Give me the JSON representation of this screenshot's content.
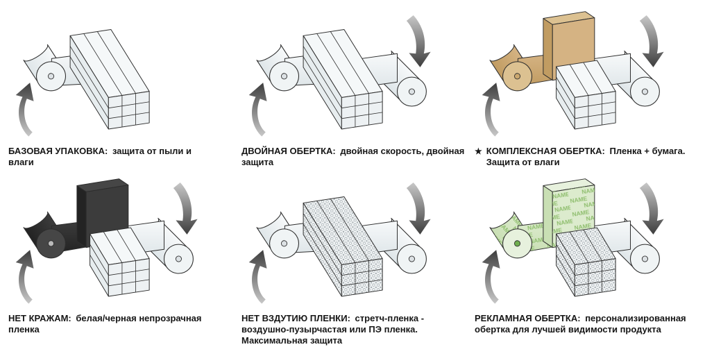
{
  "page": {
    "background": "#ffffff",
    "outline": "#2d2d2d",
    "arrow_light": "#c8c8c8",
    "arrow_dark": "#3d3d3d",
    "stack_top": "#f5f8f9",
    "stack_side": "#e7edef",
    "stack_front": "#edf1f3",
    "bubble_dot": "#97a0a5"
  },
  "materials": {
    "white": {
      "body": "#f7f9fa",
      "shade": "#dfe6e9",
      "face": "#f0f4f5",
      "hole": "#dce1e4"
    },
    "tan": {
      "body": "#d5b383",
      "shade": "#c19c62",
      "face": "#dcc191",
      "hole": "#cba86f"
    },
    "black": {
      "body": "#3c3c3c",
      "shade": "#232323",
      "face": "#464646",
      "hole": "#b9b9b9"
    },
    "green": {
      "body": "#dcebcd",
      "shade": "#c9dfb4",
      "face": "#e7f1dd",
      "hole": "#6fae4e",
      "brand": "#8fbe6e"
    }
  },
  "figures": [
    {
      "name": "basic-packaging",
      "label": "БАЗОВАЯ УПАКОВКА:",
      "description": "защита от пыли и влаги",
      "art": {
        "variant": "long",
        "left_material": "white",
        "right_roll": false,
        "wrap": false,
        "texture": "plain",
        "brand": false,
        "arrow_up": true,
        "arrow_down": false
      }
    },
    {
      "name": "double-wrap",
      "label": "ДВОЙНАЯ ОБЕРТКА:",
      "description": "двойная скорость, двойная защита",
      "art": {
        "variant": "long",
        "left_material": "white",
        "right_roll": true,
        "wrap": false,
        "texture": "plain",
        "brand": false,
        "arrow_up": true,
        "arrow_down": true
      }
    },
    {
      "name": "combined-wrap",
      "marker": "★",
      "label": "КОМПЛЕКСНАЯ ОБЕРТКА:",
      "description": "Пленка + бумага. Защита от влаги",
      "art": {
        "variant": "wrapped",
        "left_material": "tan",
        "right_roll": true,
        "wrap": true,
        "texture": "plain",
        "brand": false,
        "arrow_up": true,
        "arrow_down": true
      }
    },
    {
      "name": "theft-protection",
      "label": "НЕТ КРАЖАМ:",
      "description": "белая/черная непрозрачная пленка",
      "art": {
        "variant": "wrapped",
        "left_material": "black",
        "right_roll": true,
        "wrap": true,
        "texture": "plain",
        "brand": false,
        "arrow_up": true,
        "arrow_down": true
      }
    },
    {
      "name": "film-swelling-protection",
      "label": "НЕТ ВЗДУТИЮ ПЛЕНКИ:",
      "description": "стретч-пленка - воздушно-пузырчастая или ПЭ пленка. Максимальная защита",
      "art": {
        "variant": "long",
        "left_material": "white",
        "right_roll": true,
        "wrap": false,
        "texture": "bubble",
        "brand": false,
        "arrow_up": true,
        "arrow_down": true
      }
    },
    {
      "name": "advertising-wrap",
      "label": "РЕКЛАМНАЯ ОБЕРТКА:",
      "description": "персонализированная обертка для лучшей видимости продукта",
      "brand_text": "NAME",
      "art": {
        "variant": "wrapped",
        "left_material": "green",
        "right_roll": true,
        "wrap": true,
        "texture": "bubble",
        "brand": true,
        "arrow_up": true,
        "arrow_down": true
      }
    }
  ]
}
